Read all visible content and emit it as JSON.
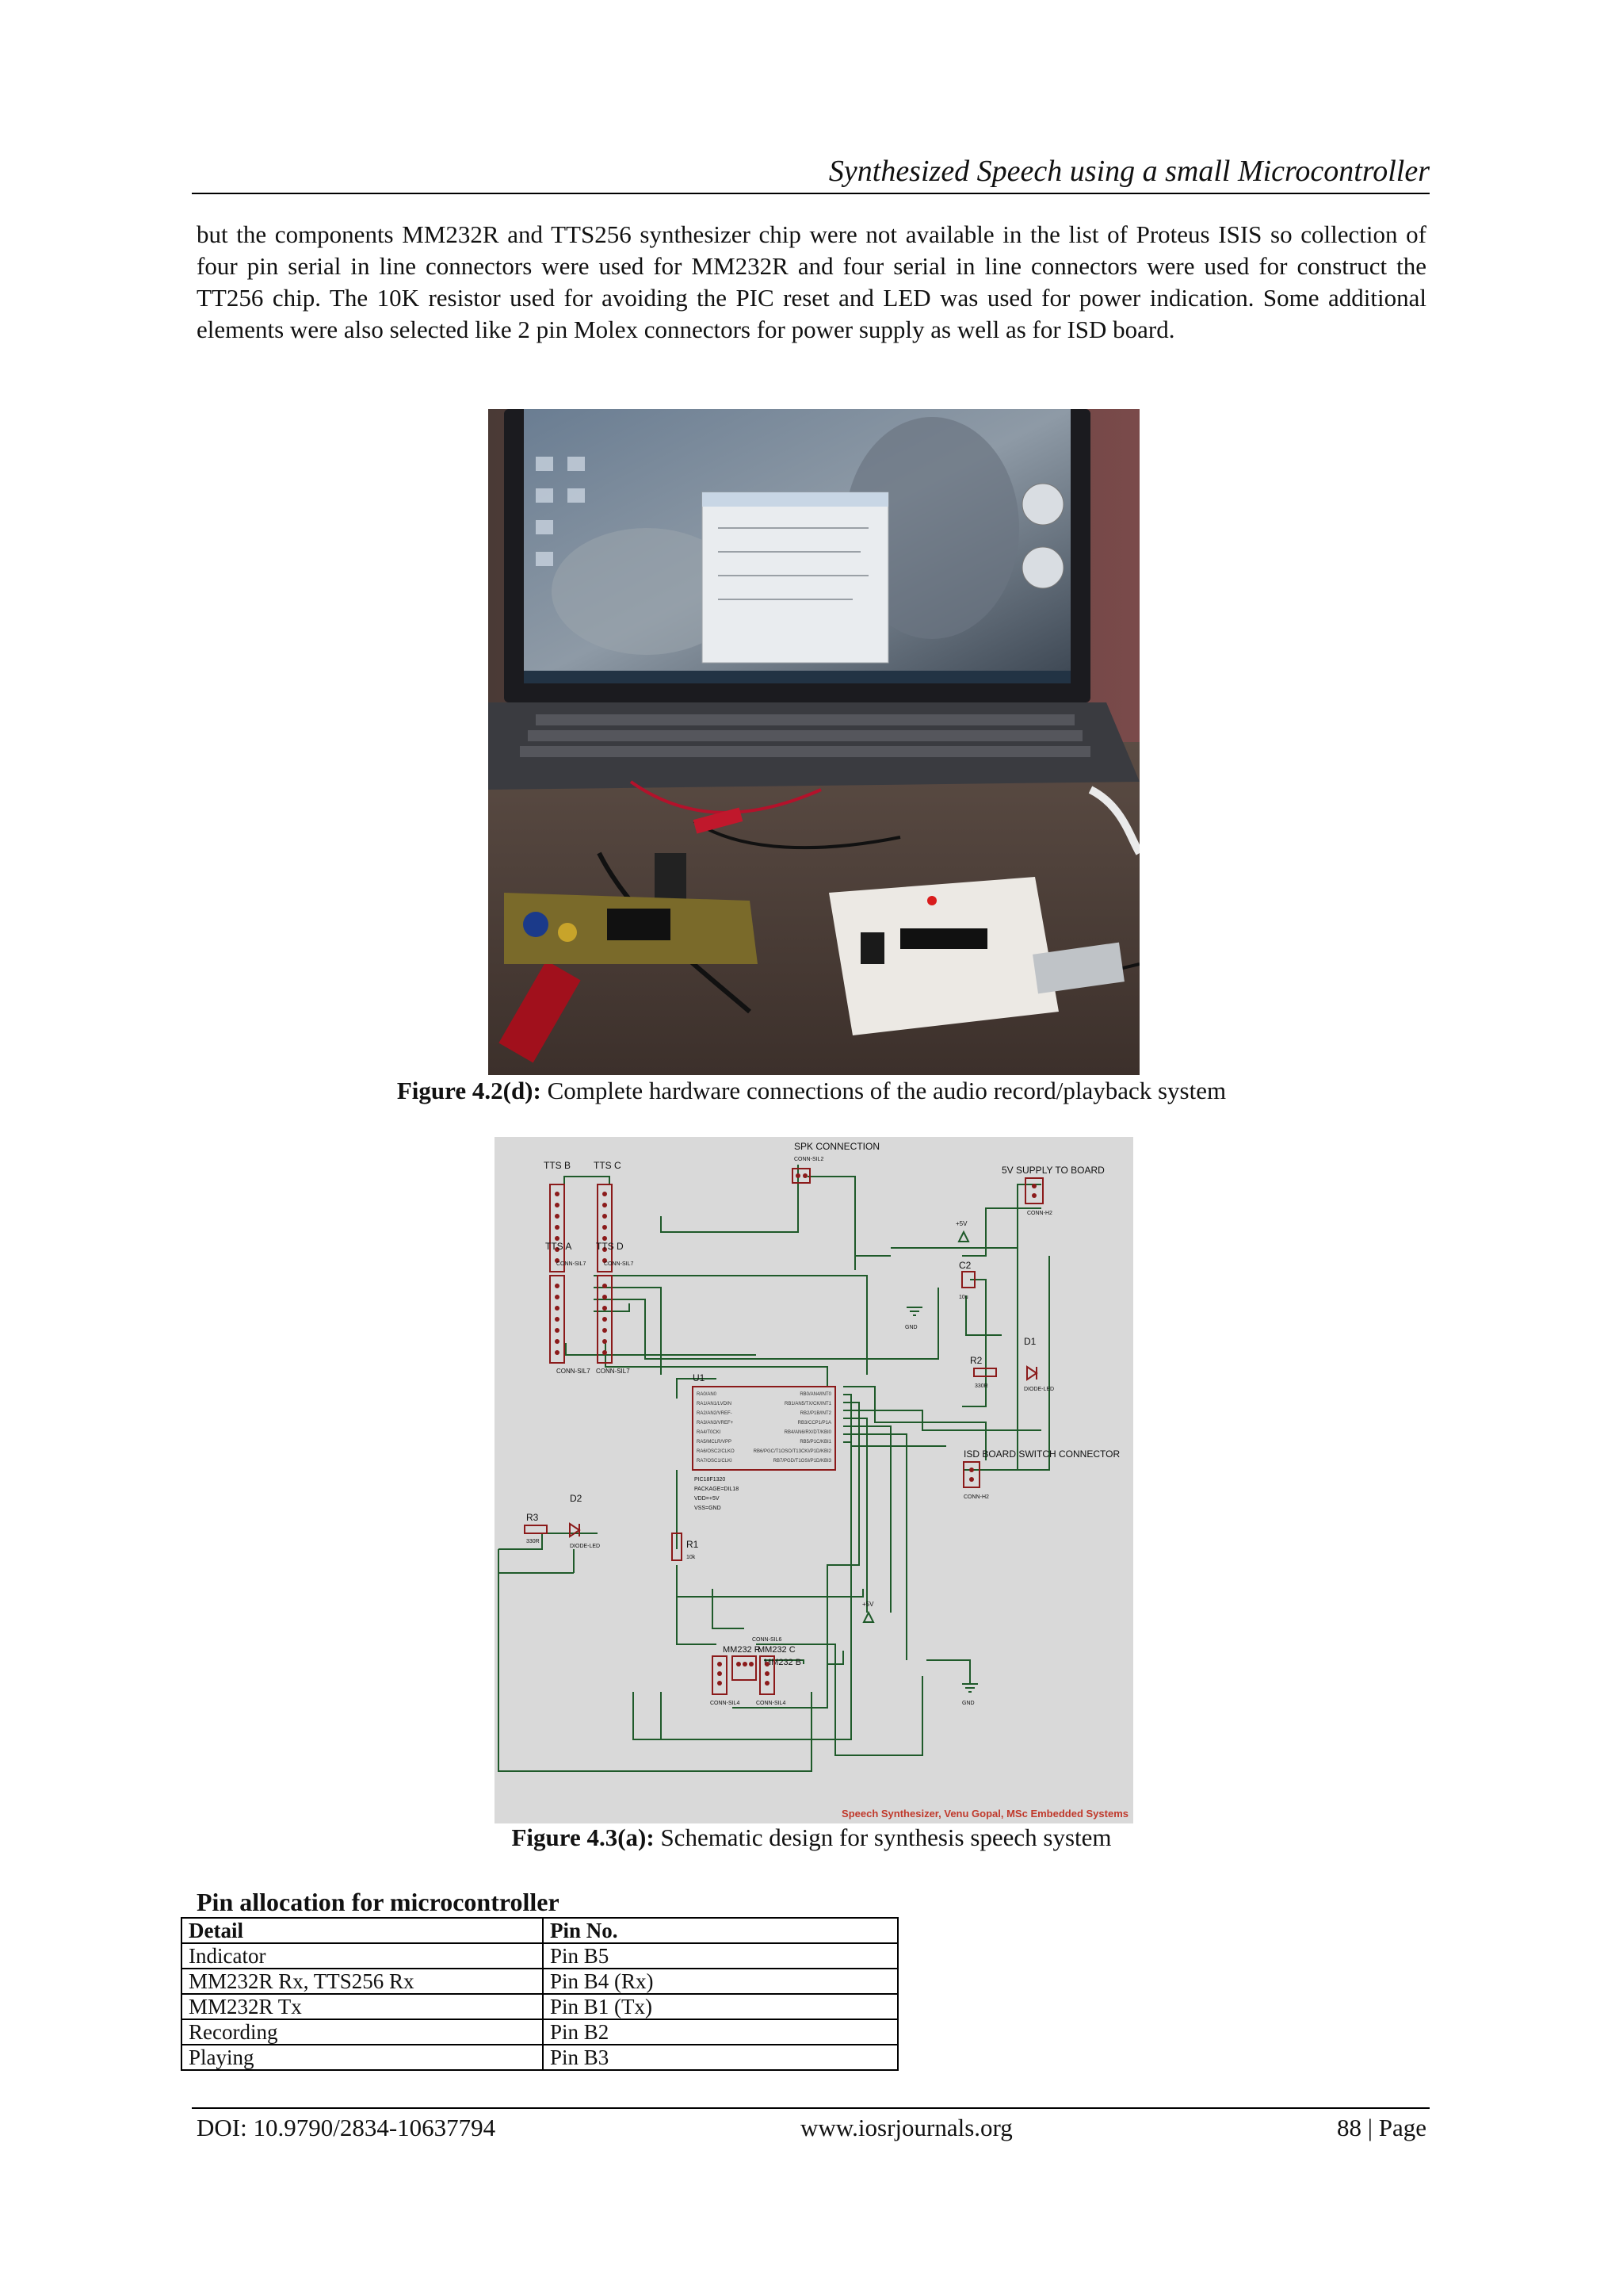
{
  "header": {
    "running_title": "Synthesized Speech using a small Microcontroller"
  },
  "body": {
    "paragraph": "but the components MM232R and TTS256 synthesizer chip were not available in the list of Proteus ISIS so collection of four pin serial in line connectors were used for MM232R and four serial in line connectors were used for construct the TT256 chip. The 10K resistor used for avoiding the PIC reset and LED was used for power indication. Some additional elements were also selected like 2 pin Molex connectors for power supply as well as for ISD board."
  },
  "figure1": {
    "label": "Figure 4.2(d):",
    "caption": " Complete hardware connections of the audio record/playback system"
  },
  "figure2": {
    "label": "Figure 4.3(a):",
    "caption": " Schematic design for synthesis speech system",
    "labels": {
      "spk": "SPK CONNECTION",
      "spk_conn": "CONN-SIL2",
      "supply": "5V SUPPLY TO BOARD",
      "supply_conn": "CONN-H2",
      "tts_b": "TTS B",
      "tts_c": "TTS C",
      "tts_a": "TTS A",
      "tts_d": "TTS D",
      "sil7_a": "CONN-SIL7",
      "sil7_b": "CONN-SIL7",
      "plus5v_1": "+5V",
      "plus5v_2": "+5V",
      "c2": "C2",
      "c2_val": "10u",
      "gnd_1": "GND",
      "gnd_2": "GND",
      "d1": "D1",
      "r2": "R2",
      "r2_val": "330R",
      "diode1": "DIODE-LED",
      "u1": "U1",
      "pic_left": [
        "RA0/AN0",
        "RA1/AN1/LVDIN",
        "RA2/AN2/VREF-",
        "RA3/AN3/VREF+",
        "RA4/T0CKI",
        "RA5/MCLR/VPP",
        "RA6/OSC2/CLKO",
        "RA7/OSC1/CLKI"
      ],
      "pic_right": [
        "RB0/AN4/INT0",
        "RB1/AN5/TX/CK/INT1",
        "RB2/P1B/INT2",
        "RB3/CCP1/P1A",
        "RB4/AN6/RX/DT/KBI0",
        "RB5/P1C/KBI1",
        "RB6/PGC/T1OSO/T13CKI/P1D/KBI2",
        "RB7/PGD/T1OSI/P1D/KBI3"
      ],
      "pic_info": [
        "PIC18F1320",
        "PACKAGE=DIL18",
        "VDD=+5V",
        "VSS=GND"
      ],
      "isd": "ISD BOARD SWITCH CONNECTOR",
      "isd_conn": "CONN-H2",
      "d2": "D2",
      "diode2": "DIODE-LED",
      "r3": "R3",
      "r3_val": "330R",
      "r1": "R1",
      "r1_val": "10k",
      "mm_r": "MM232 R",
      "mm_c": "MM232 C",
      "mm_b": "MM232 B",
      "sil6": "CONN-SIL6",
      "sil4_a": "CONN-SIL4",
      "sil4_b": "CONN-SIL4",
      "credit": "Speech Synthesizer, Venu Gopal, MSc Embedded Systems"
    }
  },
  "table": {
    "title": "Pin allocation for microcontroller",
    "headers": [
      "Detail",
      "Pin No."
    ],
    "rows": [
      [
        "Indicator",
        "Pin B5"
      ],
      [
        "MM232R Rx, TTS256 Rx",
        "Pin B4 (Rx)"
      ],
      [
        "MM232R Tx",
        "Pin B1 (Tx)"
      ],
      [
        "Recording",
        "Pin B2"
      ],
      [
        "Playing",
        "Pin B3"
      ]
    ]
  },
  "footer": {
    "doi": "DOI: 10.9790/2834-10637794",
    "website": "www.iosrjournals.org",
    "page": "88 | Page"
  },
  "colors": {
    "schematic_bg": "#dcdcdc",
    "wire": "#1f5a2a",
    "component": "#8b1a1a",
    "credit": "#c0392b"
  }
}
